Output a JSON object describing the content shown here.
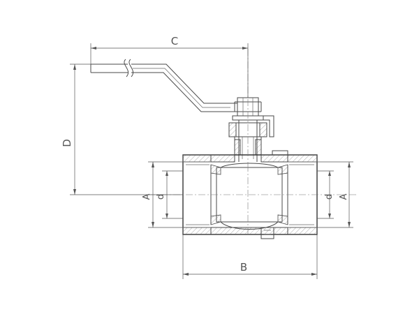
{
  "drawing": {
    "dimensions": {
      "c": "C",
      "d": "D",
      "b": "B",
      "a_left": "A",
      "d_left": "d",
      "d_right": "d",
      "a_right": "A"
    }
  }
}
